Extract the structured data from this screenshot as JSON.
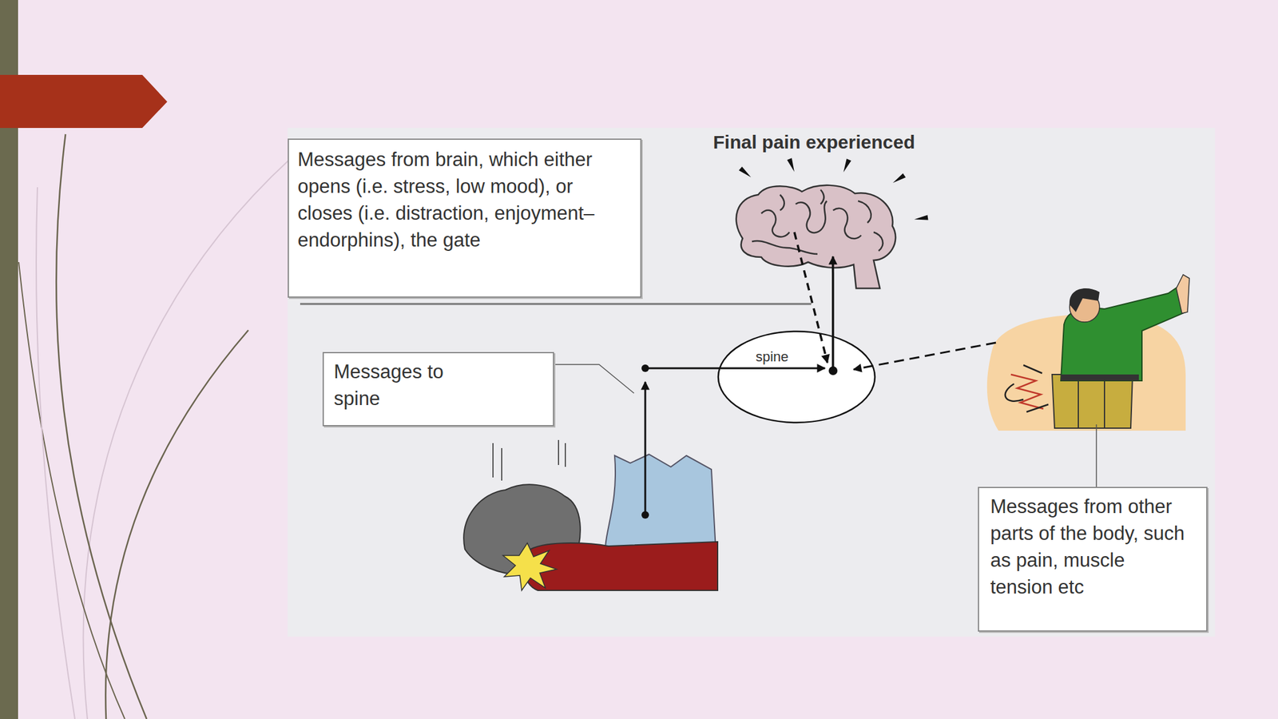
{
  "diagram": {
    "nodes": [
      {
        "text": [
          "Messages from brain, which either opens (i.e. stress, low mood), or closes (i.e. distraction, enjoyment–endorphins), the gate"
        ]
      },
      {
        "text": [
          "Final pain experienced"
        ]
      },
      {
        "text": [
          "spine"
        ]
      },
      {
        "text": [
          "Messages to spine"
        ]
      },
      {
        "text": [
          "Messages from other parts of the body, such as pain, muscle tension etc"
        ]
      }
    ],
    "edges": [
      {
        "from": 1,
        "to": 2,
        "arrow": "to"
      },
      {
        "from": 2,
        "to": 1,
        "arrow": "to"
      }
    ]
  }
}
